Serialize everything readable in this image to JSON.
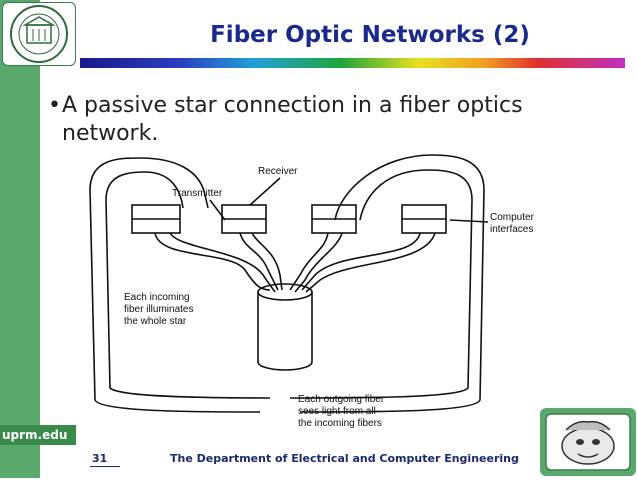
{
  "slide": {
    "title": "Fiber Optic Networks (2)",
    "bullet": "A passive star connection in a fiber optics network."
  },
  "diagram": {
    "label_receiver": "Receiver",
    "label_transmitter": "Transmitter",
    "label_computer_interfaces": "Computer\ninterfaces",
    "label_incoming": "Each incoming\nfiber illuminates\nthe whole star",
    "label_outgoing": "Each outgoing fiber\nsees light from all\nthe incoming fibers"
  },
  "footer": {
    "page_number": "31",
    "department": "The Department of Electrical and Computer Engineering",
    "site": "uprm.edu"
  },
  "colors": {
    "sidebar": "#5aa86b",
    "title": "#1a2a8c"
  },
  "icons": {
    "logo": "university-seal-icon",
    "mascot": "bulldog-mascot-icon"
  }
}
